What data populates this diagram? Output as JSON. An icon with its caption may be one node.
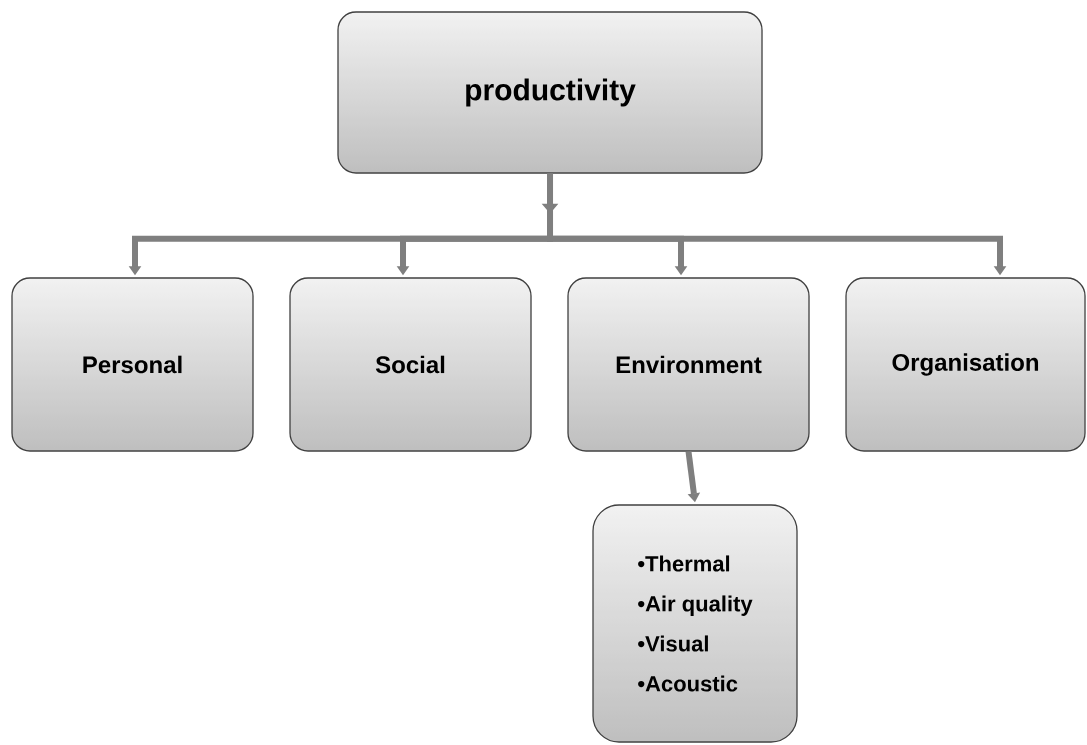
{
  "diagram": {
    "nodes": [
      {
        "text": [
          "productivity"
        ]
      },
      {
        "text": [
          "Personal"
        ]
      },
      {
        "text": [
          "Social"
        ]
      },
      {
        "text": [
          "Environment"
        ]
      },
      {
        "text": [
          "Organisation"
        ]
      },
      {
        "text": [
          "•Thermal",
          "•Air quality",
          "•Visual",
          "•Acoustic"
        ]
      }
    ],
    "edges": [
      {
        "from": 0,
        "to": 1,
        "arrow": "to"
      },
      {
        "from": 0,
        "to": 2,
        "arrow": "to"
      },
      {
        "from": 0,
        "to": 3,
        "arrow": "to"
      },
      {
        "from": 0,
        "to": 4,
        "arrow": "to"
      },
      {
        "from": 3,
        "to": 5,
        "arrow": "to"
      }
    ]
  }
}
